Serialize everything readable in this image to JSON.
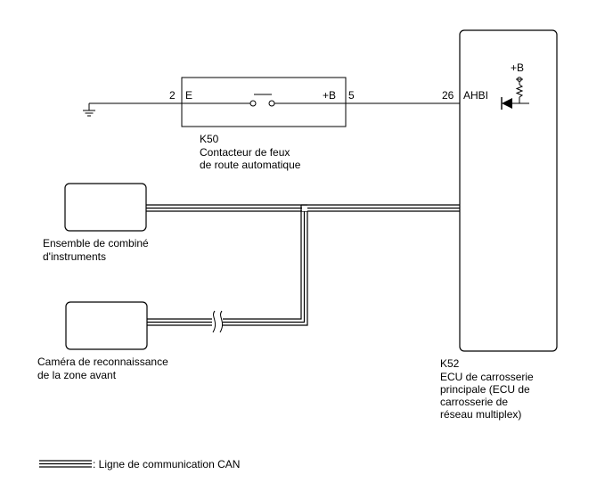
{
  "switch": {
    "code": "K50",
    "name_line1": "Contacteur de feux",
    "name_line2": "de route automatique",
    "pin_left_number": "2",
    "pin_left_name": "E",
    "pin_right_name": "+B",
    "pin_right_number": "5"
  },
  "ecu": {
    "code": "K52",
    "name_line1": "ECU de carrosserie",
    "name_line2": "principale (ECU de",
    "name_line3": "carrosserie de",
    "name_line4": "réseau multiplex)",
    "pin_number": "26",
    "pin_name": "AHBI",
    "supply_label": "+B"
  },
  "cluster": {
    "name_line1": "Ensemble de combiné",
    "name_line2": "d'instruments"
  },
  "camera": {
    "name_line1": "Caméra de reconnaissance",
    "name_line2": "de la zone avant"
  },
  "legend": {
    "label": ": Ligne de communication CAN"
  }
}
